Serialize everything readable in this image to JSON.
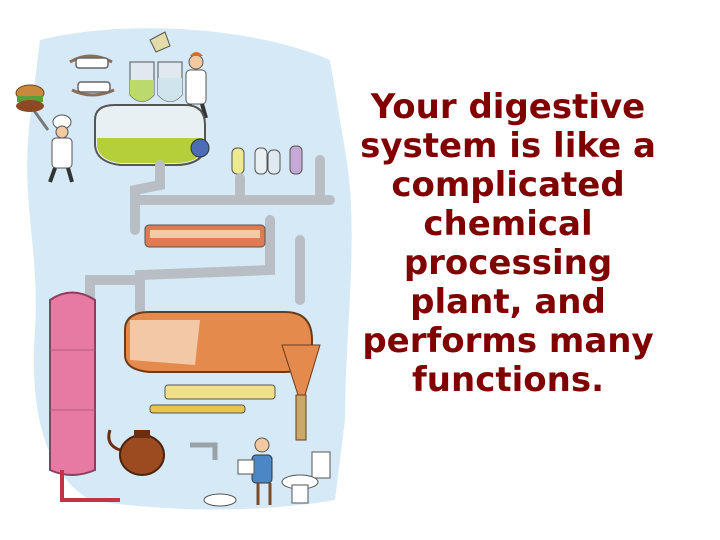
{
  "slide": {
    "caption_lines": [
      "Your digestive",
      "system is like a",
      "complicated",
      "chemical",
      "processing",
      "plant, and",
      "performs many",
      "functions."
    ],
    "text_color": "#800000"
  },
  "illustration": {
    "subject": "digestive-plant-cartoon",
    "colors": {
      "backdrop": "#d6e9f6",
      "pipe": "#b9bec4",
      "stomach_tank": "#e48a4c",
      "liver_cylinder": "#e67aa3",
      "mixing_liquid": "#b5cf3a",
      "chef_coat": "#ffffff"
    }
  }
}
